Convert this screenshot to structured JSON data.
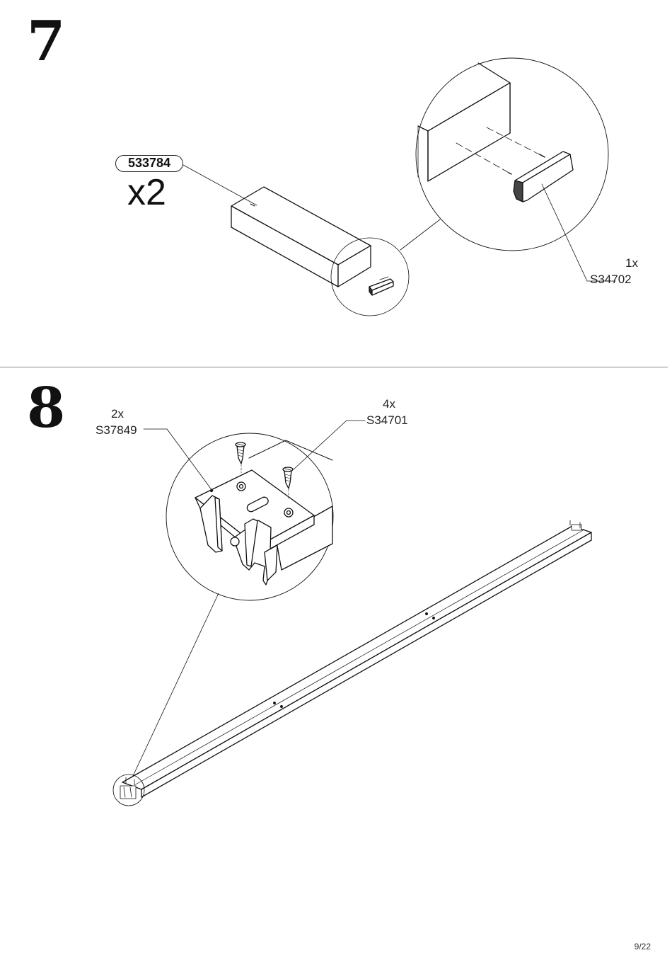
{
  "steps": [
    {
      "number": "7",
      "part_code": "533784",
      "part_quantity": "x2",
      "hardware": [
        {
          "qty": "1x",
          "code": "S34702"
        }
      ]
    },
    {
      "number": "8",
      "hardware": [
        {
          "qty": "2x",
          "code": "S37849"
        },
        {
          "qty": "4x",
          "code": "S34701"
        }
      ]
    }
  ],
  "icons": [
    "wooden-board",
    "end-cap",
    "detail-magnifier",
    "bracket",
    "screw",
    "long-rail"
  ],
  "page_indicator": "9/22"
}
